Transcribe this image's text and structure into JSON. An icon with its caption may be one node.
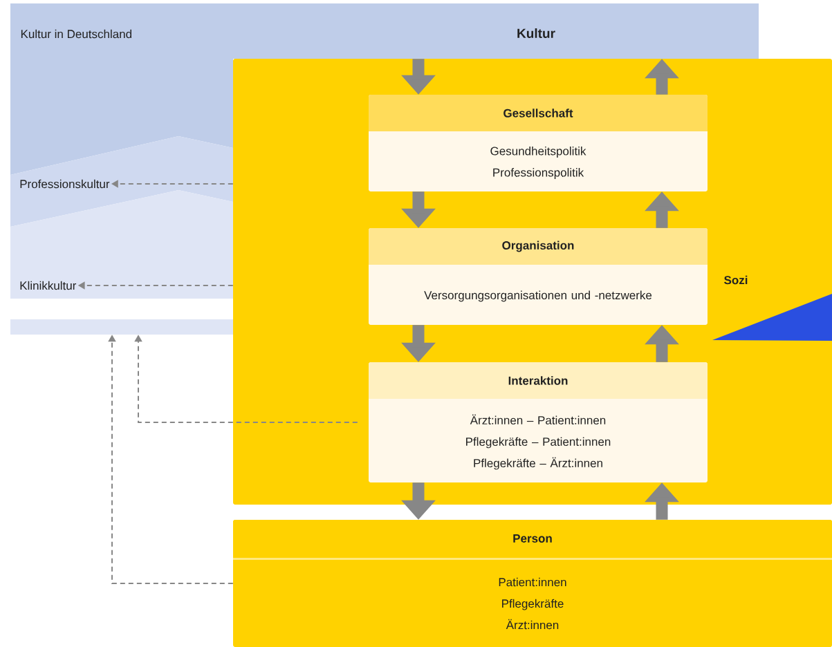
{
  "diagram": {
    "nodes": [
      {
        "text": [
          "Kultur in Deutschland",
          "Kultur"
        ]
      },
      {
        "text": [
          "Professionskultur"
        ]
      },
      {
        "text": [
          "Klinikkultur"
        ]
      },
      {
        "text": [],
        "shape": "bar"
      },
      {
        "text": [
          "Sozi"
        ]
      },
      {
        "text": [
          "Gesellschaft",
          "Gesundheitspolitik Professionspolitik"
        ],
        "in": 4
      },
      {
        "text": [
          "Organisation",
          "Versorgungsorganisationen und -netzwerke"
        ],
        "in": 4
      },
      {
        "text": [
          "Interaktion",
          "Ärzt:innen – Patient:innen Pflegekräfte – Patient:innen Pflegekräfte – Ärzt:innen"
        ],
        "in": 4
      },
      {
        "text": [
          "Person",
          "Patient:innen Pflegekräfte Ärzt:innen"
        ]
      },
      {
        "text": [],
        "shape": "triangle",
        "in": 4
      }
    ],
    "edges": [
      {
        "from": 0,
        "to": 5,
        "arrow": "to"
      },
      {
        "from": 5,
        "to": 0,
        "arrow": "to"
      },
      {
        "from": 5,
        "to": 6,
        "arrow": "to"
      },
      {
        "from": 6,
        "to": 5,
        "arrow": "to"
      },
      {
        "from": 6,
        "to": 7,
        "arrow": "to"
      },
      {
        "from": 7,
        "to": 6,
        "arrow": "to"
      },
      {
        "from": 7,
        "to": 8,
        "arrow": "to"
      },
      {
        "from": 8,
        "to": 7,
        "arrow": "to"
      },
      {
        "from": 4,
        "to": 1,
        "arrow": "to",
        "style": "dashed"
      },
      {
        "from": 4,
        "to": 2,
        "arrow": "to",
        "style": "dashed"
      },
      {
        "from": 7,
        "to": 3,
        "arrow": "to",
        "style": "dashed"
      },
      {
        "from": 8,
        "to": 3,
        "arrow": "to",
        "style": "dashed"
      }
    ]
  }
}
